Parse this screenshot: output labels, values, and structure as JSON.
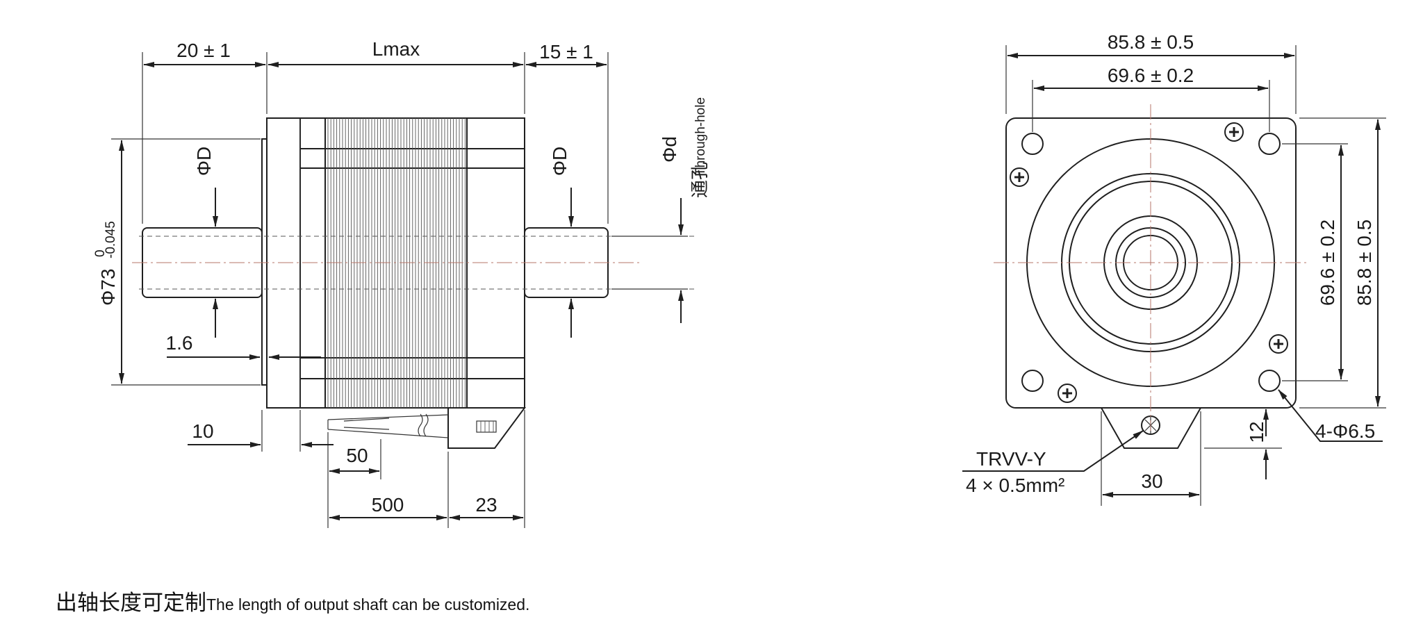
{
  "side_view": {
    "dim_front_shaft": "20 ± 1",
    "dim_body_length": "Lmax",
    "dim_rear_shaft": "15 ± 1",
    "label_shaft_dia_front": "ΦD",
    "label_shaft_dia_rear": "ΦD",
    "label_through_hole": "Φd",
    "label_through_hole_cn": "通孔",
    "label_through_hole_en": "Through-hole",
    "dim_pilot_dia": "Φ73",
    "dim_pilot_tol_upper": "0",
    "dim_pilot_tol_lower": "-0.045",
    "dim_pilot_depth": "1.6",
    "dim_flange_thickness": "10",
    "dim_cable_strip": "50",
    "dim_cable_length": "500",
    "dim_connector": "23"
  },
  "front_view": {
    "dim_overall_width": "85.8 ± 0.5",
    "dim_hole_spacing_h": "69.6 ± 0.2",
    "dim_hole_spacing_v": "69.6 ± 0.2",
    "dim_overall_height": "85.8 ± 0.5",
    "dim_hole_dia": "4-Φ6.5",
    "dim_outlet_height": "12",
    "dim_outlet_width": "30",
    "cable_type": "TRVV-Y",
    "cable_spec": "4 × 0.5mm²"
  },
  "footnote": {
    "cn": "出轴长度可定制",
    "en": "The length of output shaft can be customized."
  }
}
